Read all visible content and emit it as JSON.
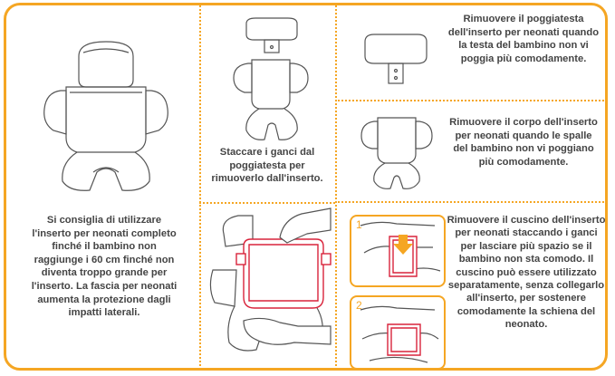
{
  "left_text": "Si consiglia di utilizzare l'inserto per neonati completo finché il bambino non raggiunge i 60 cm finché non diventa troppo grande per l'inserto. La fascia per neonati aumenta la protezione dagli impatti laterali.",
  "mid_top_text": "Staccare i ganci dal poggiatesta per rimuoverlo dall'inserto.",
  "right_texts": {
    "headrest": "Rimuovere il poggiatesta dell'inserto per neonati quando la testa del bambino non vi poggia più comodamente.",
    "body": "Rimuovere il corpo dell'inserto per neonati quando le spalle del bambino non vi poggiano più comodamente.",
    "cushion": "Rimuovere il cuscino dell'inserto per neonati staccando i ganci per lasciare più spazio se il bambino non sta comodo. Il cuscino può essere utilizzato separatamente, senza collegarlo all'inserto, per sostenere comodamente la schiena del neonato."
  },
  "steps": [
    "1",
    "2"
  ],
  "colors": {
    "border": "#f5a623",
    "accent": "#d9233b",
    "arrow": "#f5a623"
  }
}
